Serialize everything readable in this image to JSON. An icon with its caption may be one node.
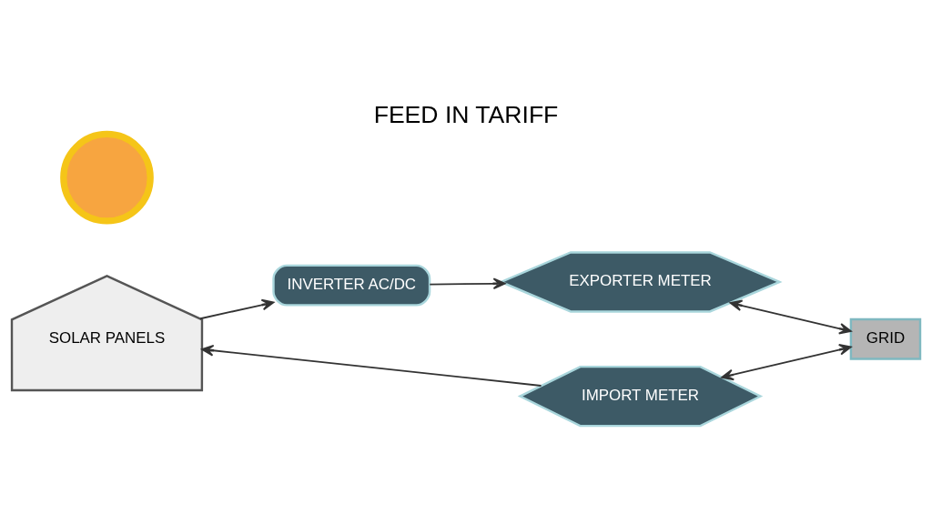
{
  "diagram": {
    "title": "FEED IN TARIFF",
    "nodes": [
      {
        "text": [],
        "shape": "circle"
      },
      {
        "text": [
          "SOLAR PANELS"
        ]
      },
      {
        "text": [
          "INVERTER AC/DC"
        ]
      },
      {
        "text": [
          "EXPORTER METER"
        ]
      },
      {
        "text": [
          "IMPORT METER"
        ]
      },
      {
        "text": [
          "GRID"
        ]
      }
    ],
    "edges": [
      {
        "from": 1,
        "to": 2,
        "arrow": "to"
      },
      {
        "from": 2,
        "to": 3,
        "arrow": "to"
      },
      {
        "from": 3,
        "to": 5,
        "arrow": "both"
      },
      {
        "from": 4,
        "to": 5,
        "arrow": "both"
      },
      {
        "from": 4,
        "to": 1,
        "arrow": "to"
      }
    ]
  }
}
